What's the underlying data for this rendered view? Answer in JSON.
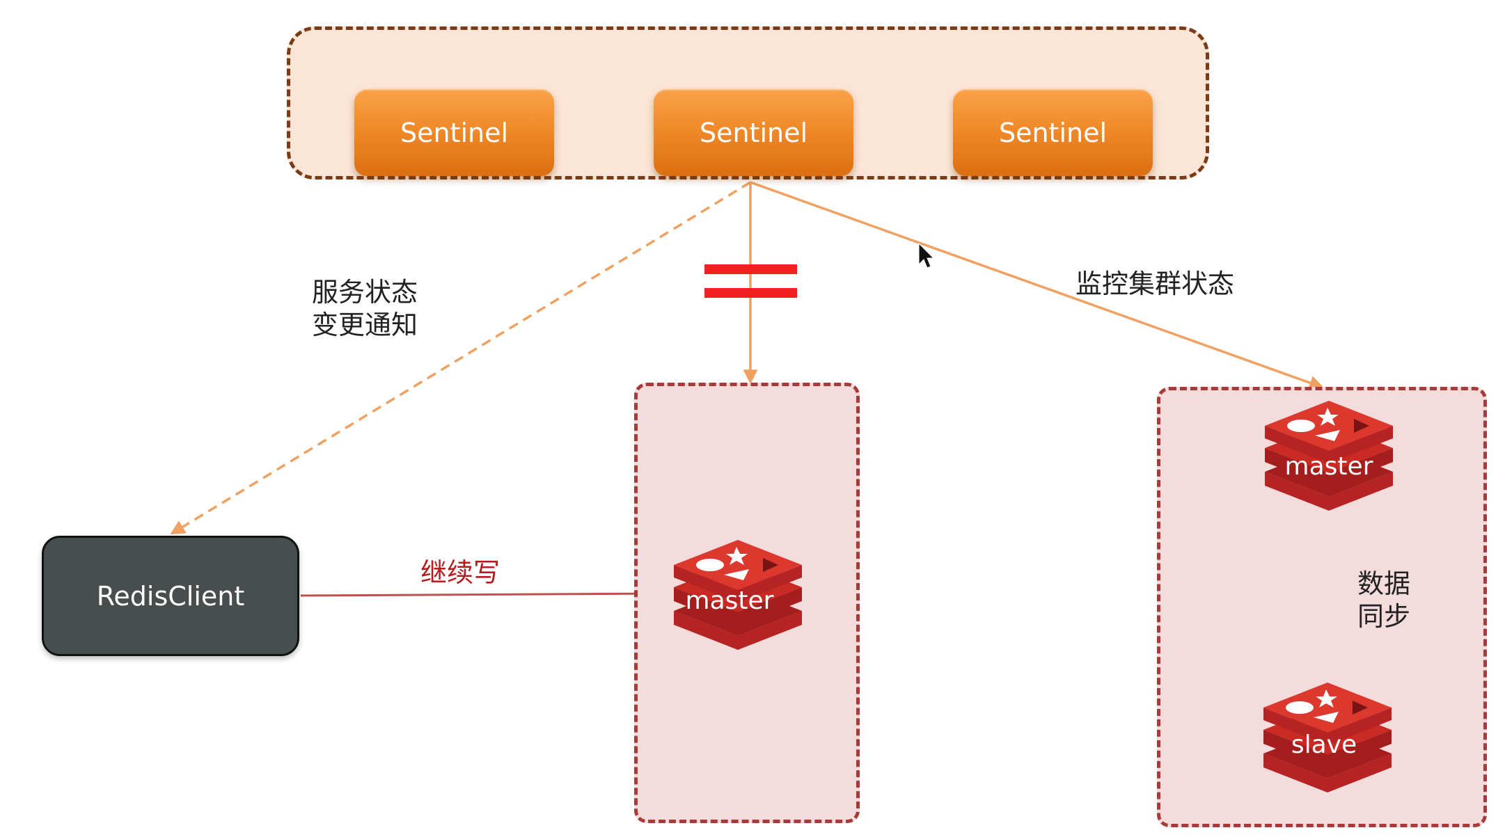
{
  "sentinel_group": {
    "nodes": [
      {
        "label": "Sentinel"
      },
      {
        "label": "Sentinel"
      },
      {
        "label": "Sentinel"
      }
    ]
  },
  "client": {
    "label": "RedisClient"
  },
  "labels": {
    "notify": "服务状态\n变更通知",
    "monitor": "监控集群状态",
    "continue_write": "继续写",
    "data_sync": "数据\n同步"
  },
  "nodes": {
    "old_master": "master",
    "new_master": "master",
    "slave": "slave"
  },
  "colors": {
    "sentinel_orange": "#f08a2a",
    "arrow_orange": "#f0a060",
    "redis_red": "#d82c20",
    "box_border": "#a93a3a",
    "group_border": "#7a3c17",
    "client_bg": "#484e4e"
  }
}
